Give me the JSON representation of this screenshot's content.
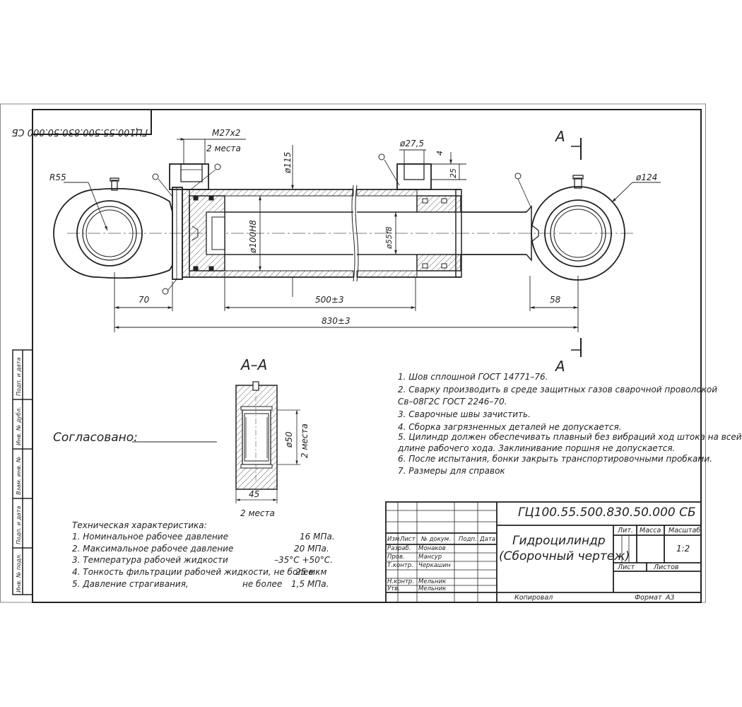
{
  "stamp": {
    "code_mirrored": "ГЦ100.55.500.830.50.000 СБ"
  },
  "side_stamp": [
    "Подп. и дата",
    "Инв. № дубл.",
    "Взам. инв. №",
    "Подп. и дата",
    "Инв. № подл."
  ],
  "dimensions": {
    "r55": "R55",
    "m27": "M27x2",
    "m27_places": "2 места",
    "d115": "ø115",
    "d275": "ø27,5",
    "d4": "4",
    "d25": "25",
    "d124": "ø124",
    "d100": "ø100H8",
    "d55": "ø55f8",
    "d70": "70",
    "d500": "500±3",
    "d830": "830±3",
    "d58": "58"
  },
  "section": {
    "marker": "A",
    "title": "A–A",
    "d50": "ø50",
    "d50_places": "2 места",
    "d45": "45",
    "d45_places": "2 места"
  },
  "approved": {
    "label": "Согласовано:"
  },
  "notes": [
    "1.  Шов сплошной  ГОСТ  14771–76.",
    "2.  Сварку  производить  в  среде  защитных  газов  сварочной  проволокой",
    "Св–08Г2С    ГОСТ  2246–70.",
    "3.  Сварочные швы зачистить.",
    "4.  Сборка загрязненных деталей не допускается.",
    "5.  Цилиндр должен обеспечивать плавный без вибраций ход штока на всей",
    "длине рабочего хода. Заклинивание поршня не допускается.",
    "6.  После испытания, бонки закрыть транспортировочными пробками.",
    "7.  Размеры для справок"
  ],
  "specs": {
    "title": "Техническая характеристика:",
    "rows": [
      {
        "label": "1.  Номинальное рабочее давление",
        "value": "16  МПа."
      },
      {
        "label": "2.  Максимальное рабочее давление",
        "value": "20  МПа."
      },
      {
        "label": "3.  Температура рабочей жидкости",
        "value": "–35°С +50°С."
      },
      {
        "label": "4.  Тонкость фильтрации рабочей жидкости, не более",
        "value": "25  мкм"
      },
      {
        "label": "5.  Давление страгивания,",
        "extra": "не более",
        "value": "1,5  МПа."
      }
    ]
  },
  "title_block": {
    "code": "ГЦ100.55.500.830.50.000 СБ",
    "name_line1": "Гидроцилиндр",
    "name_line2": "(Сборочный чертеж)",
    "col_headers": [
      "Изм.",
      "Лист",
      "№ докум.",
      "Подп.",
      "Дата"
    ],
    "roles": [
      {
        "role": "Разраб.",
        "person": "Монаков"
      },
      {
        "role": "Пров.",
        "person": "Мансур"
      },
      {
        "role": "Т.контр.",
        "person": "Черкашин"
      },
      {
        "role": "",
        "person": ""
      },
      {
        "role": "Н.контр.",
        "person": "Мельник"
      },
      {
        "role": "Утв.",
        "person": "Мельник"
      }
    ],
    "lit_label": "Лит.",
    "mass_label": "Масса",
    "scale_label": "Масштаб",
    "scale_value": "1:2",
    "sheet_label": "Лист",
    "sheets_label": "Листов",
    "copied_label": "Копировал",
    "format_label": "Формат",
    "format_value": "А3"
  }
}
